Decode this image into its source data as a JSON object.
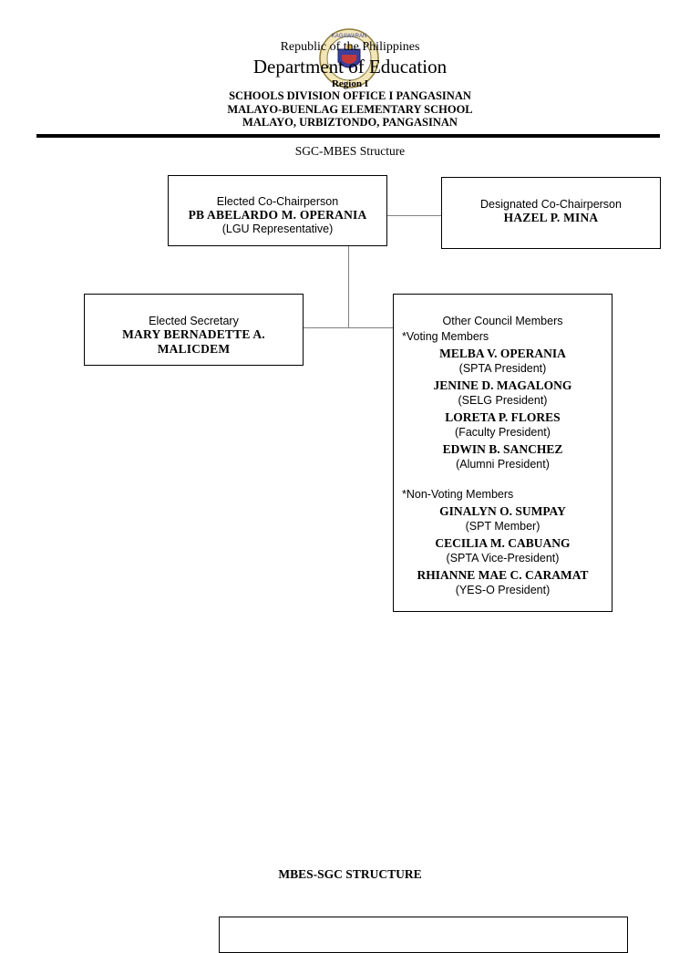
{
  "header": {
    "republic": "Republic of the Philippines",
    "department": "Department of Education",
    "region": "Region I",
    "office_lines": [
      "SCHOOLS DIVISION OFFICE I PANGASINAN",
      "MALAYO-BUENLAG ELEMENTARY SCHOOL",
      "MALAYO, URBIZTONDO, PANGASINAN"
    ],
    "seal_icon": "deped-seal-icon"
  },
  "subtitle": "SGC-MBES Structure",
  "cochair": {
    "role": "Elected Co-Chairperson",
    "name": "PB ABELARDO M. OPERANIA",
    "note": "(LGU Representative)"
  },
  "designated": {
    "role": "Designated Co-Chairperson",
    "name": "HAZEL P. MINA"
  },
  "secretary": {
    "role": "Elected Secretary",
    "name_line1": "MARY BERNADETTE A.",
    "name_line2": "MALICDEM"
  },
  "members": {
    "role": "Other Council Members",
    "voting_label": "*Voting Members",
    "voting": [
      {
        "name": "MELBA V. OPERANIA",
        "role": "(SPTA President)"
      },
      {
        "name": "JENINE D. MAGALONG",
        "role": "(SELG President)"
      },
      {
        "name": "LORETA P. FLORES",
        "role": "(Faculty President)"
      },
      {
        "name": "EDWIN B. SANCHEZ",
        "role": "(Alumni President)"
      }
    ],
    "nonvoting_label": "*Non-Voting Members",
    "nonvoting": [
      {
        "name": "GINALYN O. SUMPAY",
        "role": "(SPT Member)"
      },
      {
        "name": "CECILIA M. CABUANG",
        "role": "(SPTA Vice-President)"
      },
      {
        "name": "RHIANNE MAE C. CARAMAT",
        "role": "(YES-O President)"
      }
    ]
  },
  "bottom_title": "MBES-SGC STRUCTURE"
}
